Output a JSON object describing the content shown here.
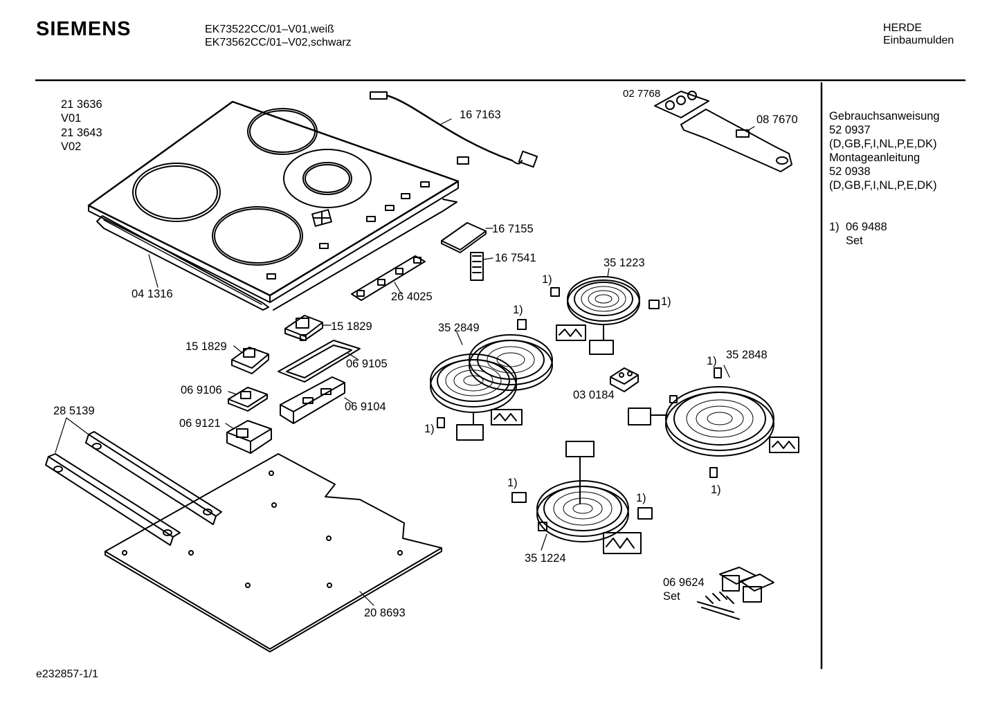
{
  "header": {
    "brand": "SIEMENS",
    "model_line_1": "EK73522CC/01–V01,weiß",
    "model_line_2": "EK73562CC/01–V02,schwarz",
    "category_line_1": "HERDE",
    "category_line_2": "Einbaumulden"
  },
  "sidebar": {
    "doc1_title": "Gebrauchsanweisung",
    "doc1_number": "52 0937",
    "doc1_langs": "(D,GB,F,I,NL,P,E,DK)",
    "doc2_title": "Montageanleitung",
    "doc2_number": "52 0938",
    "doc2_langs": "(D,GB,F,I,NL,P,E,DK)",
    "note_marker": "1)",
    "note_number": "06 9488",
    "note_text": "Set"
  },
  "parts": {
    "p213636": "21 3636",
    "v01": "V01",
    "p213643": "21 3643",
    "v02": "V02",
    "p167163": "16 7163",
    "p027768": "02 7768",
    "p087670": "08 7670",
    "p167155": "16 7155",
    "p167541": "16 7541",
    "p041316": "04 1316",
    "p264025": "26 4025",
    "p351223": "35 1223",
    "p151829a": "15 1829",
    "p151829b": "15 1829",
    "p352849": "35 2849",
    "p069105": "06 9105",
    "p069106": "06 9106",
    "p069104": "06 9104",
    "p285139": "28 5139",
    "p069121": "06 9121",
    "p030184": "03 0184",
    "p352848": "35 2848",
    "p351224": "35 1224",
    "p208693": "20 8693",
    "p069624": "06 9624",
    "p069624_set": "Set"
  },
  "footnote_marker": "1)",
  "footer": {
    "drawing_id": "e232857-1/1"
  }
}
